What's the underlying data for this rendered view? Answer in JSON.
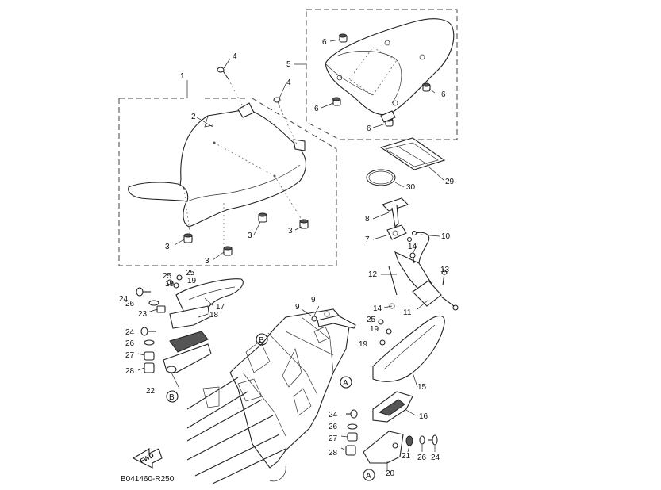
{
  "diagram": {
    "code": "B041460-R250",
    "fwd_label": "FWD",
    "labels": {
      "p1": "1",
      "p2": "2",
      "p3a": "3",
      "p3b": "3",
      "p3c": "3",
      "p3d": "3",
      "p4a": "4",
      "p4b": "4",
      "p5": "5",
      "p6a": "6",
      "p6b": "6",
      "p6c": "6",
      "p6d": "6",
      "p7": "7",
      "p8": "8",
      "p9a": "9",
      "p9b": "9",
      "p10": "10",
      "p11": "11",
      "p12": "12",
      "p13": "13",
      "p14a": "14",
      "p14b": "14",
      "p15": "15",
      "p16": "16",
      "p17": "17",
      "p18": "18",
      "p19a": "19",
      "p19b": "19",
      "p19c": "19",
      "p19d": "19",
      "p20": "20",
      "p21": "21",
      "p22": "22",
      "p23": "23",
      "p24a": "24",
      "p24b": "24",
      "p24c": "24",
      "p24d": "24",
      "p25a": "25",
      "p25b": "25",
      "p25c": "25",
      "p26a": "26",
      "p26b": "26",
      "p26c": "26",
      "p26d": "26",
      "p27a": "27",
      "p27b": "27",
      "p28a": "28",
      "p28b": "28",
      "p29": "29",
      "p30": "30"
    },
    "refs": {
      "a1": "A",
      "a2": "A",
      "b1": "B",
      "b2": "B"
    }
  }
}
